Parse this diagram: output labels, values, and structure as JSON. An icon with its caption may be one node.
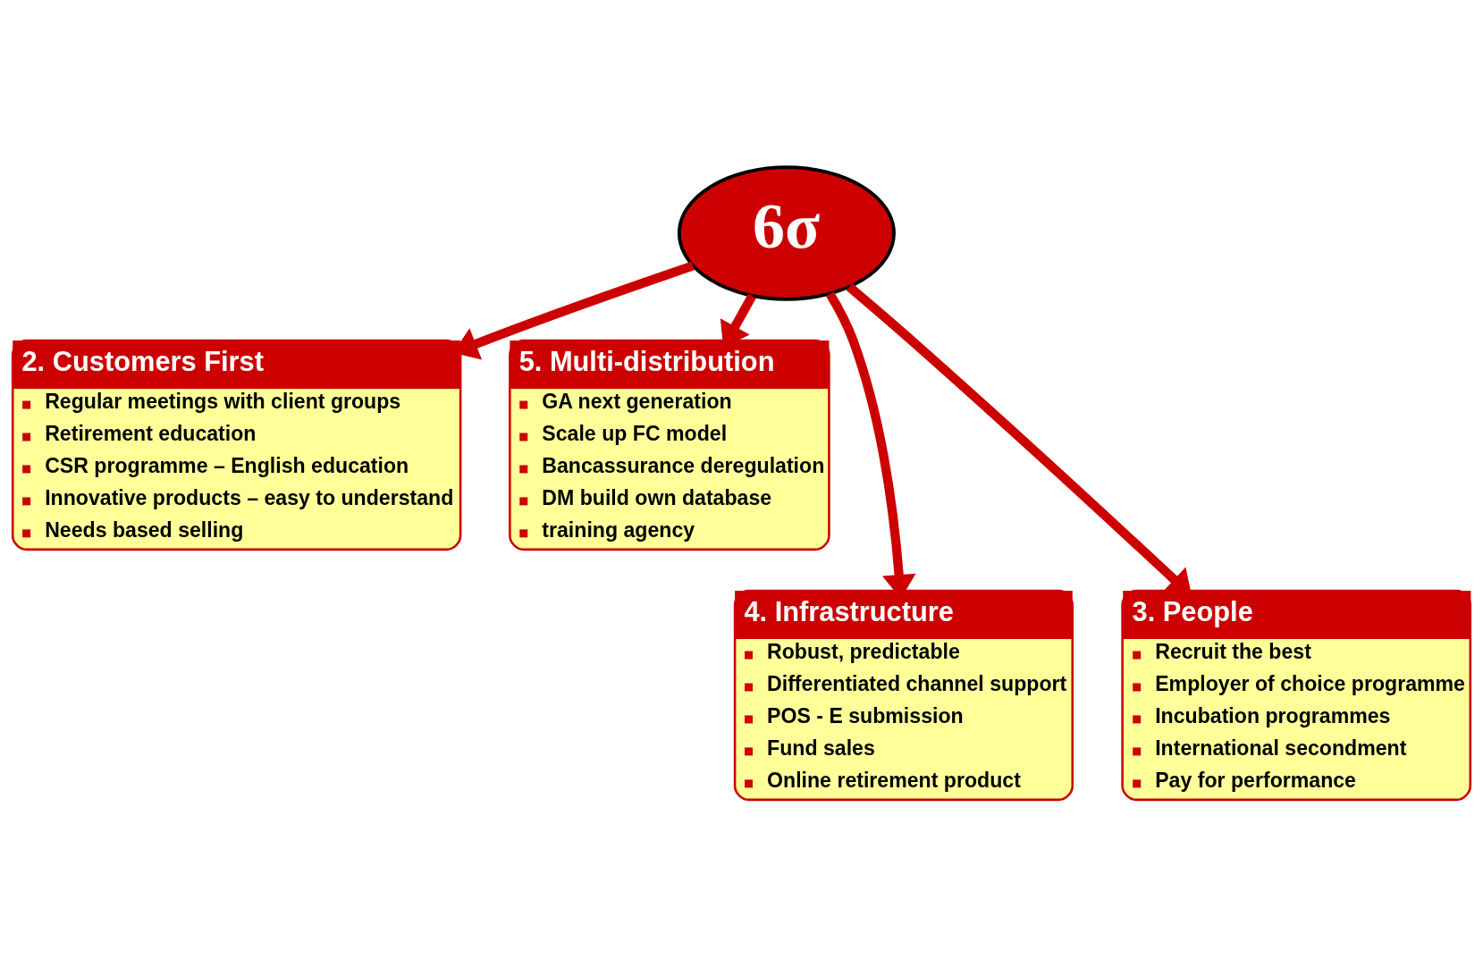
{
  "diagram": {
    "nodes": [
      {
        "text": [
          "6σ"
        ]
      },
      {
        "text": [
          "2. Customers First",
          "Regular meetings with client groups",
          "Retirement education",
          "CSR programme – English education",
          "Innovative products – easy to understand",
          "Needs based selling"
        ]
      },
      {
        "text": [
          "5. Multi-distribution",
          "GA next generation",
          "Scale up FC model",
          "Bancassurance deregulation",
          "DM build own database",
          "training agency"
        ]
      },
      {
        "text": [
          "4. Infrastructure",
          "Robust, predictable",
          "Differentiated channel support",
          "POS - E submission",
          "Fund sales",
          "Online retirement product"
        ]
      },
      {
        "text": [
          "3. People",
          "Recruit the best",
          "Employer of choice programme",
          "Incubation programmes",
          "International secondment",
          "Pay for performance"
        ]
      }
    ],
    "edges": [
      {
        "from": 0,
        "to": 1,
        "arrow": "to"
      },
      {
        "from": 0,
        "to": 4,
        "arrow": "to"
      },
      {
        "from": 0,
        "to": 3,
        "arrow": "to"
      },
      {
        "from": 0,
        "to": 2,
        "arrow": "to"
      }
    ]
  }
}
